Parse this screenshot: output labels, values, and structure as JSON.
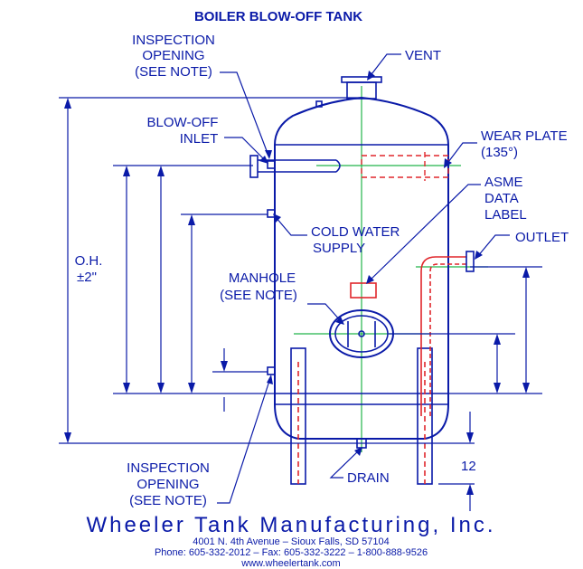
{
  "title": "BOILER BLOW-OFF TANK",
  "labels": {
    "inspection_top_1": "INSPECTION",
    "inspection_top_2": "OPENING",
    "inspection_top_3": "(SEE NOTE)",
    "vent": "VENT",
    "blowoff_1": "BLOW-OFF",
    "blowoff_2": "INLET",
    "wear_plate_1": "WEAR PLATE",
    "wear_plate_2": "(135°)",
    "asme_1": "ASME",
    "asme_2": "DATA",
    "asme_3": "LABEL",
    "cold_water_1": "COLD WATER",
    "cold_water_2": "SUPPLY",
    "outlet": "OUTLET",
    "oh_1": "O.H.",
    "oh_2": "±2\"",
    "manhole_1": "MANHOLE",
    "manhole_2": "(SEE NOTE)",
    "inspection_bot_1": "INSPECTION",
    "inspection_bot_2": "OPENING",
    "inspection_bot_3": "(SEE NOTE)",
    "drain": "DRAIN",
    "dim_12": "12"
  },
  "footer": {
    "company": "Wheeler Tank Manufacturing, Inc.",
    "address": "4001 N. 4th Avenue  –  Sioux Falls, SD 57104",
    "phone": "Phone: 605-332-2012  –  Fax: 605-332-3222  –  1-800-888-9526",
    "web": "www.wheelertank.com"
  },
  "colors": {
    "ink": "#0a1aa8",
    "centerline": "#22b34a",
    "hidden": "#e0262b"
  }
}
